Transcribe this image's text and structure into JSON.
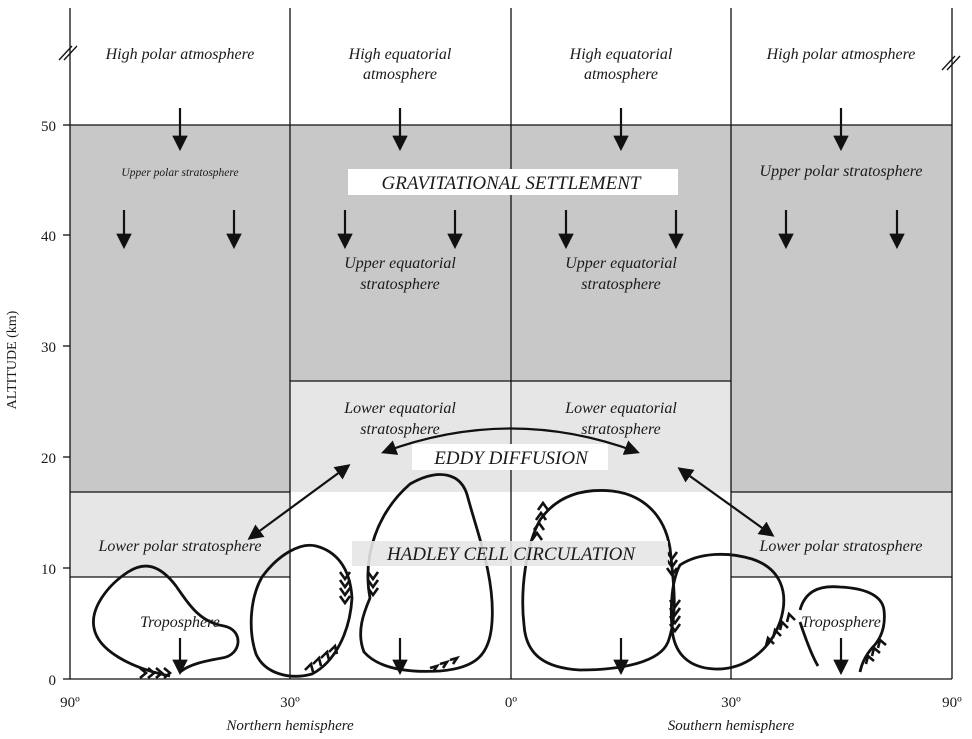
{
  "axis": {
    "y_label": "ALTITUDE (km)",
    "y_ticks": [
      "0",
      "10",
      "20",
      "30",
      "40",
      "50"
    ],
    "x_ticks": [
      "90º",
      "30º",
      "0º",
      "30º",
      "90º"
    ],
    "northern_label": "Northern hemisphere",
    "southern_label": "Southern hemisphere"
  },
  "regions": {
    "high_polar_left": "High polar atmosphere",
    "high_eq_left_1": "High equatorial",
    "high_eq_left_2": "atmosphere",
    "high_eq_right_1": "High equatorial",
    "high_eq_right_2": "atmosphere",
    "high_polar_right": "High polar atmosphere",
    "upper_polar_left": "Upper polar stratosphere",
    "upper_polar_right": "Upper polar stratosphere",
    "upper_eq_left_1": "Upper equatorial",
    "upper_eq_left_2": "stratosphere",
    "upper_eq_right_1": "Upper equatorial",
    "upper_eq_right_2": "stratosphere",
    "lower_eq_left_1": "Lower equatorial",
    "lower_eq_left_2": "stratosphere",
    "lower_eq_right_1": "Lower equatorial",
    "lower_eq_right_2": "stratosphere",
    "lower_polar_left": "Lower polar stratosphere",
    "lower_polar_right": "Lower polar stratosphere",
    "troposphere_left": "Troposphere",
    "troposphere_right": "Troposphere"
  },
  "processes": {
    "gravitational": "GRAVITATIONAL SETTLEMENT",
    "eddy": "EDDY DIFFUSION",
    "hadley": "HADLEY CELL CIRCULATION"
  },
  "colors": {
    "dark_region": "#c8c8c8",
    "light_region": "#e6e6e6",
    "line": "#111111"
  }
}
